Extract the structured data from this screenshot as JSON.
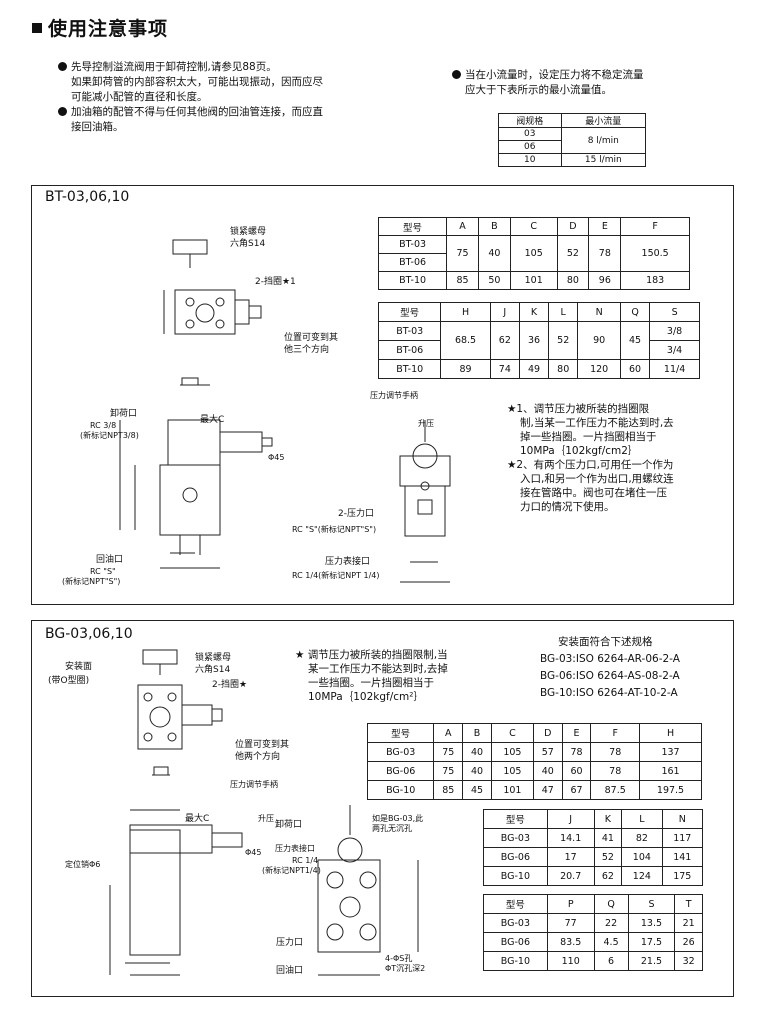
{
  "title": "使用注意事项",
  "notes_left": [
    "先导控制溢流阀用于卸荷控制,请参见88页。",
    "如果卸荷管的内部容积太大，可能出现振动，因而应尽",
    "可能减小配管的直径和长度。",
    "加油箱的配管不得与任何其他阀的回油管连接，而应直",
    "接回油箱。"
  ],
  "notes_right": [
    "当在小流量时，设定压力将不稳定流量",
    "应大于下表所示的最小流量值。"
  ],
  "flow_table": {
    "headers": [
      "阀规格",
      "最小流量"
    ],
    "rows": [
      [
        "03",
        "8 l/min"
      ],
      [
        "06",
        ""
      ],
      [
        "10",
        "15 l/min"
      ]
    ]
  },
  "bt": {
    "title": "BT-03,06,10",
    "table1": {
      "headers": [
        "型号",
        "A",
        "B",
        "C",
        "D",
        "E",
        "F"
      ],
      "rows": [
        [
          "BT-03",
          "75",
          "40",
          "105",
          "52",
          "78",
          "150.5"
        ],
        [
          "BT-06",
          "",
          "",
          "",
          "",
          "",
          ""
        ],
        [
          "BT-10",
          "85",
          "50",
          "101",
          "80",
          "96",
          "183"
        ]
      ]
    },
    "table2": {
      "headers": [
        "型号",
        "H",
        "J",
        "K",
        "L",
        "N",
        "Q",
        "S"
      ],
      "rows": [
        [
          "BT-03",
          "68.5",
          "62",
          "36",
          "52",
          "90",
          "45",
          "3/8"
        ],
        [
          "BT-06",
          "",
          "",
          "",
          "",
          "",
          "",
          "3/4"
        ],
        [
          "BT-10",
          "89",
          "74",
          "49",
          "80",
          "120",
          "60",
          "11/4"
        ]
      ]
    },
    "labels": {
      "lock_nut": "锁紧螺母",
      "hex": "六角S14",
      "ring": "2-挡圈★1",
      "pos1": "位置可变到其",
      "pos2": "他三个方向",
      "unload": "卸荷口",
      "rc38": "RC 3/8",
      "npt38": "(新标记NPT3/8)",
      "maxc": "最大C",
      "handle": "压力调节手柄",
      "up": "升压",
      "p2": "2-压力口",
      "rcs": "RC \"S\"(新标记NPT\"S\")",
      "gauge": "压力表接口",
      "rc14": "RC 1/4(新标记NPT 1/4)",
      "return": "回油口",
      "rcs2": "RC \"S\"",
      "npts": "(新标记NPT\"S\")",
      "phi45": "Φ45"
    },
    "star_notes": [
      "★1、调节压力被所装的挡圈限",
      "制,当某一工作压力不能达到时,去",
      "掉一些挡圈。一片挡圈相当于",
      "10MPa｛102kgf/cm2｝",
      "★2、有两个压力口,可用任一个作为",
      "入口,和另一个作为出口,用螺纹连",
      "接在管路中。阀也可在堵住一压",
      "力口的情况下使用。"
    ]
  },
  "bg": {
    "title": "BG-03,06,10",
    "spec_title": "安装面符合下述规格",
    "specs": [
      "BG-03:ISO 6264-AR-06-2-A",
      "BG-06:ISO 6264-AS-08-2-A",
      "BG-10:ISO 6264-AT-10-2-A"
    ],
    "star_note": [
      "★ 调节压力被所装的挡圈限制,当",
      "某一工作压力不能达到时,去掉",
      "一些挡圈。一片挡圈相当于",
      "10MPa｛102kgf/cm²｝"
    ],
    "table1": {
      "headers": [
        "型号",
        "A",
        "B",
        "C",
        "D",
        "E",
        "F",
        "H"
      ],
      "rows": [
        [
          "BG-03",
          "75",
          "40",
          "105",
          "57",
          "78",
          "78",
          "137"
        ],
        [
          "BG-06",
          "75",
          "40",
          "105",
          "40",
          "60",
          "78",
          "161"
        ],
        [
          "BG-10",
          "85",
          "45",
          "101",
          "47",
          "67",
          "87.5",
          "197.5"
        ]
      ]
    },
    "table2": {
      "headers": [
        "型号",
        "J",
        "K",
        "L",
        "N"
      ],
      "rows": [
        [
          "BG-03",
          "14.1",
          "41",
          "82",
          "117"
        ],
        [
          "BG-06",
          "17",
          "52",
          "104",
          "141"
        ],
        [
          "BG-10",
          "20.7",
          "62",
          "124",
          "175"
        ]
      ]
    },
    "table3": {
      "headers": [
        "型号",
        "P",
        "Q",
        "S",
        "T"
      ],
      "rows": [
        [
          "BG-03",
          "77",
          "22",
          "13.5",
          "21"
        ],
        [
          "BG-06",
          "83.5",
          "4.5",
          "17.5",
          "26"
        ],
        [
          "BG-10",
          "110",
          "6",
          "21.5",
          "32"
        ]
      ]
    },
    "labels": {
      "mount": "安装面",
      "oring": "(带O型圈)",
      "lock_nut": "锁紧螺母",
      "hex": "六角S14",
      "ring": "2-挡圈★",
      "pos1": "位置可变到其",
      "pos2": "他两个方向",
      "handle": "压力调节手柄",
      "up": "升压",
      "unload": "卸荷口",
      "gauge": "压力表接口",
      "rc14": "RC 1/4",
      "npt14": "(新标记NPT1/4)",
      "pin": "定位销Φ6",
      "maxc": "最大C",
      "phi45": "Φ45",
      "bg03": "如是BG-03,此",
      "bg03b": "两孔无沉孔",
      "press": "压力口",
      "ret": "回油口",
      "holes": "4-ΦS孔",
      "cbore": "ΦT沉孔深2"
    }
  }
}
